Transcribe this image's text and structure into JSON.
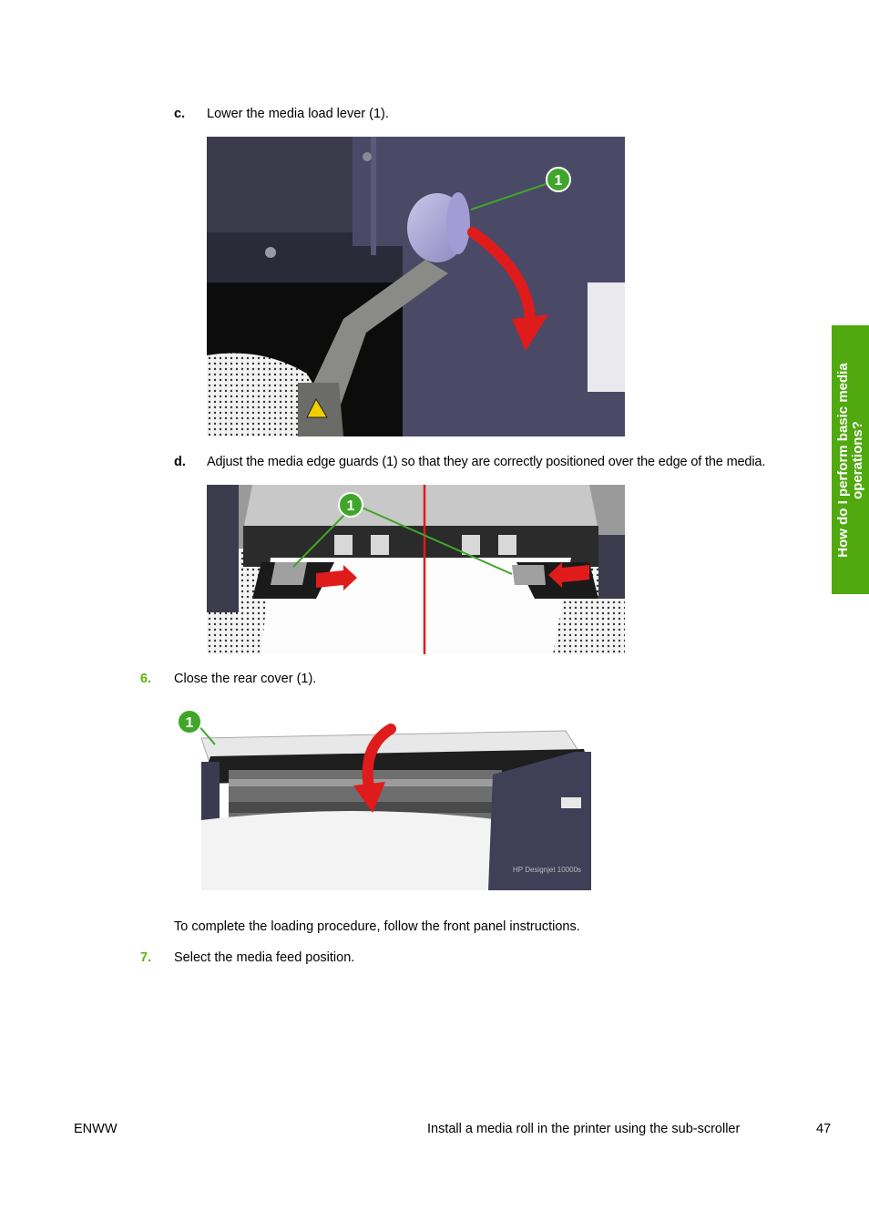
{
  "steps": {
    "c": {
      "marker": "c.",
      "text": "Lower the media load lever (1)."
    },
    "d": {
      "marker": "d.",
      "text": "Adjust the media edge guards (1) so that they are correctly positioned over the edge of the media."
    },
    "s6": {
      "marker": "6.",
      "text": "Close the rear cover (1)."
    },
    "note": {
      "text": "To complete the loading procedure, follow the front panel instructions."
    },
    "s7": {
      "marker": "7.",
      "text": "Select the media feed position."
    }
  },
  "figures": {
    "callout_label": "1",
    "printer_brand": "HP Designjet 10000s"
  },
  "side_tab": {
    "text": "How do I perform basic media operations?"
  },
  "footer": {
    "left": "ENWW",
    "center": "Install a media roll in the printer using the sub-scroller",
    "page": "47"
  },
  "colors": {
    "accent_green": "#5db40e",
    "tab_green": "#4fa90f",
    "arrow_red": "#e01b1b",
    "callout_green": "#3fa62a"
  }
}
